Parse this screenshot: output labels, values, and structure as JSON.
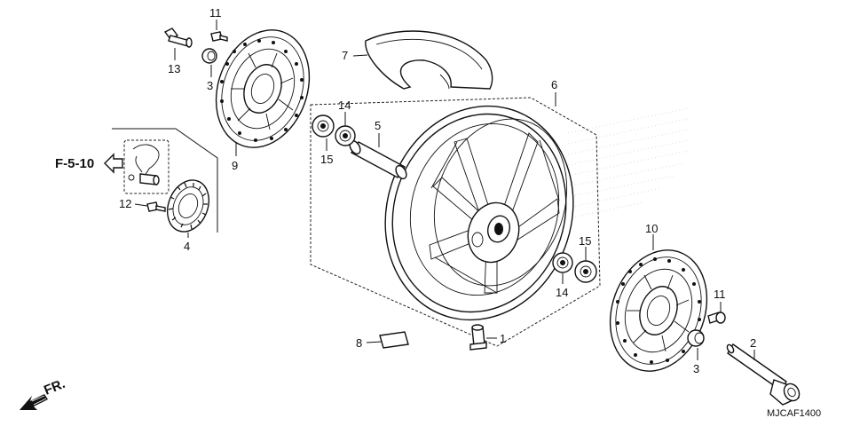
{
  "diagram": {
    "callouts": {
      "valve": "1",
      "axle": "2",
      "collar_right": "3",
      "collar_left": "3",
      "pulser_ring": "4",
      "distance_collar": "5",
      "wheel": "6",
      "tire": "7",
      "balance_weight": "8",
      "disc_left": "9",
      "disc_right": "10",
      "bolt_left": "11",
      "bolt_right": "11",
      "sensor_bolt": "12",
      "flange_bolt": "13",
      "bearing_left": "14",
      "bearing_right": "14",
      "seal_left": "15",
      "seal_right": "15"
    },
    "reference": "F-5-10",
    "front_indicator": "FR.",
    "diagram_code": "MJCAF1400"
  }
}
